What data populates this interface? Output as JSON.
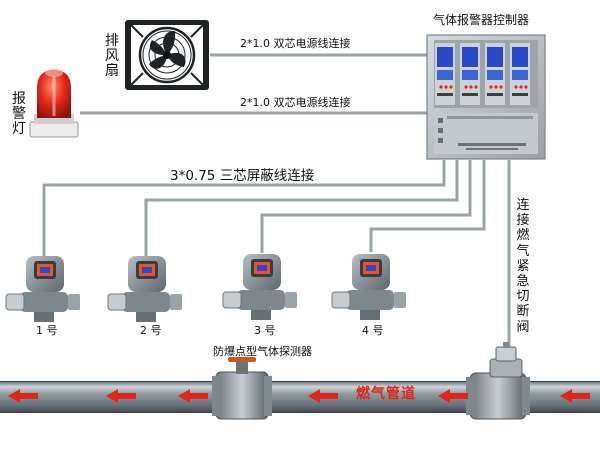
{
  "controller": {
    "title": "气体报警器控制器"
  },
  "devices": {
    "fan_label": "排风扇",
    "alarm_light_label": "报警灯"
  },
  "cables": {
    "fan_cable": "2*1.0 双芯电源线连接",
    "light_cable": "2*1.0 双芯电源线连接",
    "detector_cable": "3*0.75 三芯屏蔽线连接",
    "valve_cable": "连接燃气紧急切断阀"
  },
  "detectors": {
    "caption": "防爆点型气体探测器",
    "items": [
      {
        "label": "1 号"
      },
      {
        "label": "2 号"
      },
      {
        "label": "3 号"
      },
      {
        "label": "4 号"
      }
    ]
  },
  "pipeline": {
    "label": "燃气管道",
    "label_color": "#e0251b",
    "arrow_color": "#e0251b"
  },
  "colors": {
    "wire": "#9aa3a6",
    "panel_body": "#b9bfc4",
    "screen": "#2a49c8",
    "pipe_body": "#7d878c",
    "alarm_red": "#d9261c",
    "detector_body": "#8c959a",
    "detector_accent": "#e8542a"
  },
  "icons": {
    "fan": "fan-icon",
    "alarm_light": "alarm-light-icon",
    "controller": "controller-panel-icon",
    "detector": "gas-detector-icon",
    "valve": "shutoff-valve-icon",
    "manual_valve": "manual-valve-icon",
    "flow_arrow": "flow-arrow-left-icon"
  }
}
